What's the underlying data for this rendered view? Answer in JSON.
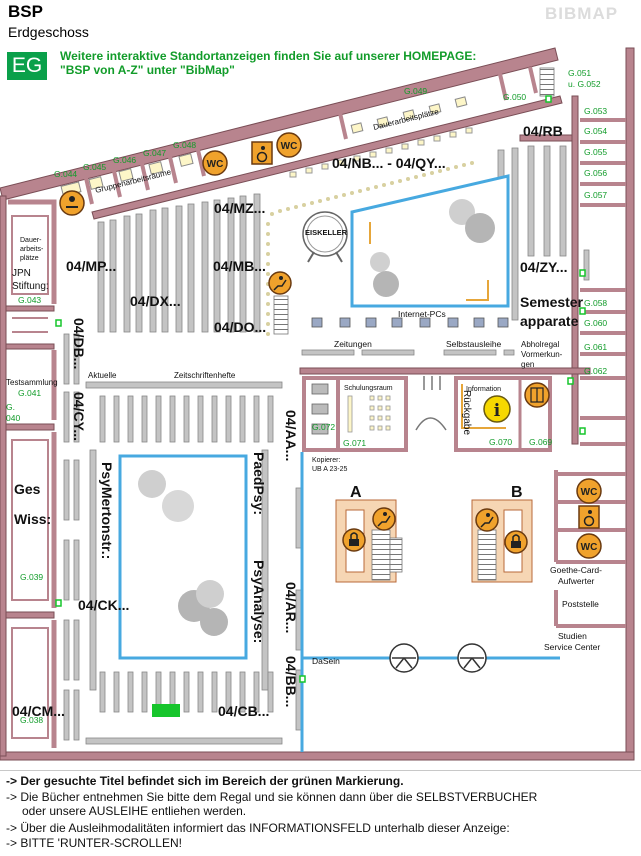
{
  "header": {
    "title": "BSP",
    "subtitle": "Erdgeschoss",
    "brand": "BIBMAP",
    "floor_badge": "EG",
    "notice_line1": "Weitere interaktive Standortanzeigen finden Sie auf unserer HOMEPAGE:",
    "notice_line2": "\"BSP von A-Z\" unter \"BibMap\""
  },
  "colors": {
    "wall": "#b8848e",
    "wall_edge": "#7a4e56",
    "shelf": "#c4c4c4",
    "shelf_edge": "#888888",
    "room_number": "#129c2a",
    "light_well": "#47a9e0",
    "highlight": "#17c52c",
    "stairs_fill": "#f6d6b4",
    "wc_badge": "#f0a22c"
  },
  "rooms": {
    "g044": "G.044",
    "g045": "G.045",
    "g046": "G.046",
    "g047": "G.047",
    "g048": "G.048",
    "g049": "G.049",
    "g050": "G.050",
    "g051": "G.051",
    "g051b": "u. G.052",
    "g053": "G.053",
    "g054": "G.054",
    "g055": "G.055",
    "g056": "G.056",
    "g057": "G.057",
    "g058": "G.058",
    "g060": "G.060",
    "g061": "G.061",
    "g062": "G.062",
    "g043": "G.043",
    "g041": "G.041",
    "g040a": "G.",
    "g040b": "040",
    "g039": "G.039",
    "g038": "G.038",
    "g072": "G.072",
    "g071": "G.071",
    "g070": "G.070",
    "g069": "G.069"
  },
  "shelf_labels": {
    "rb": "04/RB",
    "nb_qy": "04/NB... - 04/QY...",
    "mz": "04/MZ...",
    "mp": "04/MP...",
    "mb": "04/MB...",
    "dx": "04/DX...",
    "do": "04/DO...",
    "zy": "04/ZY...",
    "db": "04/DB...",
    "cy": "04/CY...",
    "aa": "04/AA...",
    "ck": "04/CK...",
    "ar": "04/AR...",
    "bb": "04/BB...",
    "cm": "04/CM...",
    "cb": "04/CB..."
  },
  "area_labels": {
    "dauerarbeitsplaetze": "Dauerarbeitsplätze",
    "gruppenarbeitsraeume": "Gruppenarbeitsräume",
    "eiskeller": "EISKELLER",
    "dauerarbeitsplaetze_left_1": "Dauer-",
    "dauerarbeitsplaetze_left_2": "arbeits-",
    "dauerarbeitsplaetze_left_3": "plätze",
    "jpn_1": "JPN",
    "jpn_2": "Stiftung:",
    "internet_pcs": "Internet-PCs",
    "zeitungen": "Zeitungen",
    "selbstausleihe": "Selbstausleihe",
    "semester_1": "Semester",
    "semester_2": "apparate",
    "abholregal_1": "Abholregal",
    "abholregal_2": "Vormerkun-",
    "abholregal_3": "gen",
    "testsammlung": "Testsammlung",
    "aktuelle": "Aktuelle",
    "zeitschriftenhefte": "Zeitschriftenhefte",
    "schulungsraum": "Schulungsraum",
    "information": "Information",
    "rueckgabe": "Rückgabe",
    "kopierer_1": "Kopierer:",
    "kopierer_2": "UB A 23-25",
    "stair_a": "A",
    "stair_b": "B",
    "ges": "Ges",
    "wiss": "Wiss:",
    "psy_merton": "PsyMertonstr.:",
    "paed_psy": "PaedPsy:",
    "psy_analyse": "PsyAnalyse:",
    "goethe_1": "Goethe-Card-",
    "goethe_2": "Aufwerter",
    "poststelle": "Poststelle",
    "studien_1": "Studien",
    "studien_2": "Service Center",
    "dasein": "DaSein",
    "wc": "WC"
  },
  "footer": {
    "line1": "-> Der gesuchte Titel befindet sich im Bereich der grünen Markierung.",
    "line2": "-> Die Bücher entnehmen Sie bitte dem Regal und sie können dann über die SELBSTVERBUCHER",
    "line3": "oder unsere AUSLEIHE entliehen werden.",
    "line4": "-> Über die Ausleihmodalitäten informiert das INFORMATIONSFELD unterhalb dieser Anzeige:",
    "line5": "-> BITTE 'RUNTER-SCROLLEN!"
  }
}
